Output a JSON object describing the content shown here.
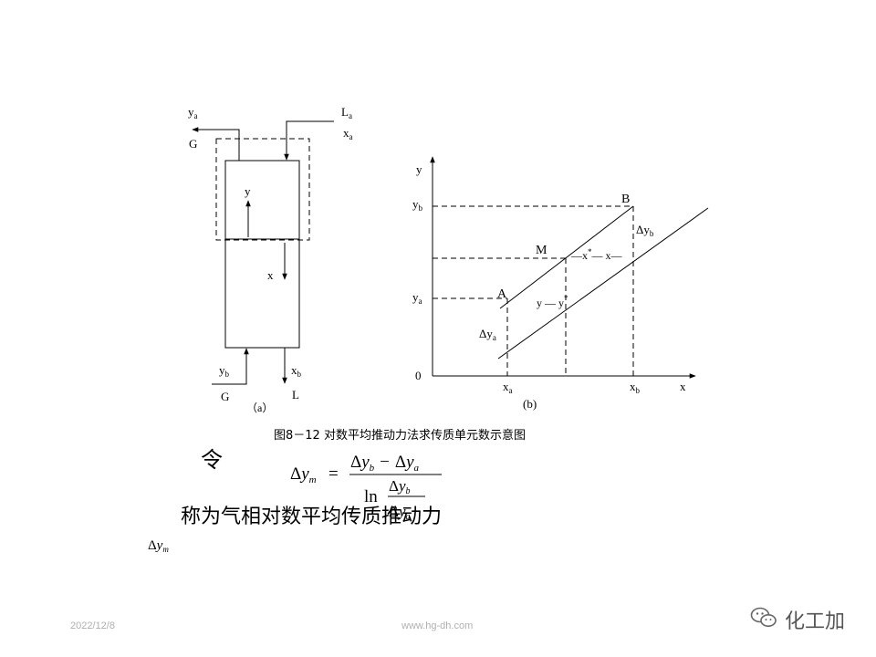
{
  "diagram_a": {
    "ya": "y",
    "ya_sub": "a",
    "G_top": "G",
    "La": "L",
    "La_sub": "a",
    "xa": "x",
    "xa_sub": "a",
    "y_arrow": "y",
    "x_arrow": "x",
    "yb": "y",
    "yb_sub": "b",
    "xb": "x",
    "xb_sub": "b",
    "G_bottom": "G",
    "L_bottom": "L",
    "panel": "（a）"
  },
  "diagram_b": {
    "y_axis": "y",
    "yb": "y",
    "yb_sub": "b",
    "ya": "y",
    "ya_sub": "a",
    "zero": "0",
    "B": "B",
    "M": "M",
    "A": "A",
    "dyb": "Δy",
    "dyb_sub": "b",
    "dya": "Δy",
    "dya_sub": "a",
    "xstar_main": "x",
    "xstar_rest": "— x—",
    "ystar_main": "y — y",
    "star": "*",
    "xa": "x",
    "xa_sub": "a",
    "xb": "x",
    "xb_sub": "b",
    "x_axis": "x",
    "panel": "(b)"
  },
  "caption": "图8－12 对数平均推动力法求传质单元数示意图",
  "ling": "令",
  "formula": {
    "delta": "Δ",
    "y": "y",
    "m": "m",
    "eq": "=",
    "b": "b",
    "a": "a",
    "minus": "−",
    "ln": "ln"
  },
  "statement": "称为气相对数平均传质推动力",
  "dym_label": {
    "delta": "Δ",
    "y": "y",
    "m": "m"
  },
  "footer": {
    "date": "2022/12/8",
    "url": "www.hg-dh.com"
  },
  "watermark": "化工加",
  "wechat_icon": "wechat-icon"
}
